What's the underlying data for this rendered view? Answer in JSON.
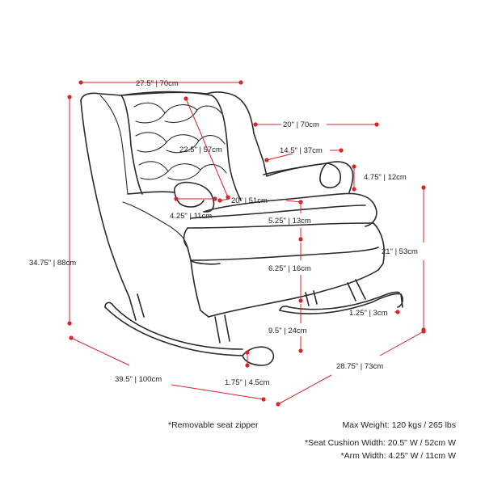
{
  "colors": {
    "accent": "#d8232a",
    "outline": "#2a2a2a",
    "background": "#ffffff"
  },
  "dimensions": {
    "top_width": "27.5\" | 70cm",
    "back_height": "22.5\" | 57cm",
    "seat_depth_top": "20\" | 70cm",
    "arm_depth": "14.5\" | 37cm",
    "arm_height": "4.75\" | 12cm",
    "seat_width": "20\" | 51cm",
    "arm_width": "4.25\" | 11cm",
    "cushion_thickness": "5.25\" | 13cm",
    "seat_height": "21\" | 53cm",
    "total_height": "34.75\" | 88cm",
    "base_height": "6.25\" | 16cm",
    "rocker_thickness": "1.25\" | 3cm",
    "leg_height": "9.5\" | 24cm",
    "overall_depth": "39.5\" | 100cm",
    "rocker_gap": "1.75\" | 4.5cm",
    "overall_width": "28.75\" | 73cm"
  },
  "notes": {
    "zipper": "*Removable seat zipper",
    "max_weight": "Max Weight: 120 kgs / 265 lbs",
    "cushion_width": "*Seat Cushion Width: 20.5\" W / 52cm W",
    "arm_width": "*Arm Width: 4.25\" W / 11cm W"
  }
}
